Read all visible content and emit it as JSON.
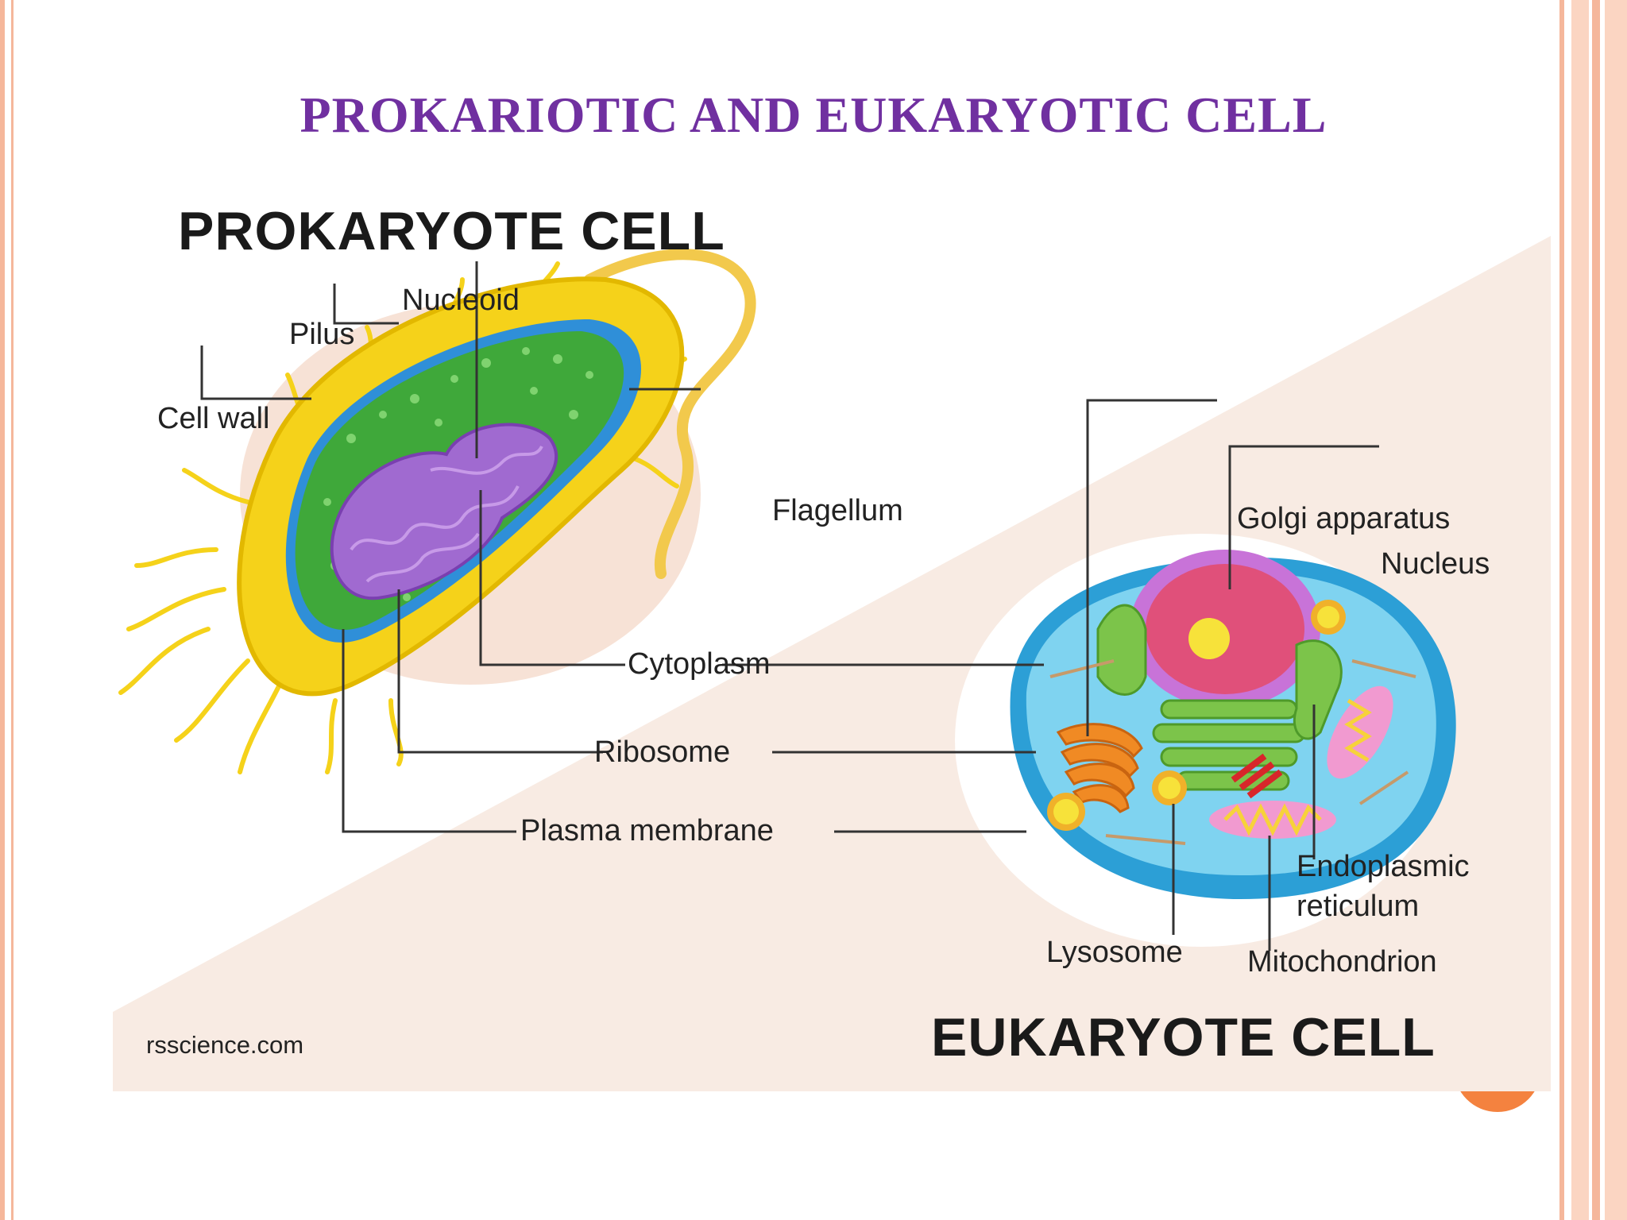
{
  "slide": {
    "title": "PROKARIOTIC AND EUKARYOTIC CELL"
  },
  "figure": {
    "prokaryote": {
      "heading": "PROKARYOTE CELL",
      "labels": {
        "nucleoid": "Nucleoid",
        "pilus": "Pilus",
        "cell_wall": "Cell wall",
        "flagellum": "Flagellum",
        "cytoplasm": "Cytoplasm",
        "ribosome": "Ribosome",
        "plasma_membrane": "Plasma membrane"
      }
    },
    "eukaryote": {
      "heading": "EUKARYOTE CELL",
      "labels": {
        "golgi": "Golgi apparatus",
        "nucleus": "Nucleus",
        "er_line1": "Endoplasmic",
        "er_line2": "reticulum",
        "lysosome": "Lysosome",
        "mitochondrion": "Mitochondrion"
      }
    },
    "credit": "rsscience.com"
  },
  "colors": {
    "title": "#7030a0",
    "frame": "#f5b79b",
    "background_band": "#f8ebe3",
    "cell_wall": "#f5d21a",
    "cytoplasm_green": "#3fa83a",
    "nucleoid_purple": "#a06ad0",
    "eukaryote_blue": "#3bb3e3",
    "nucleus_pink": "#e0507a",
    "golgi_orange": "#f08a24"
  }
}
